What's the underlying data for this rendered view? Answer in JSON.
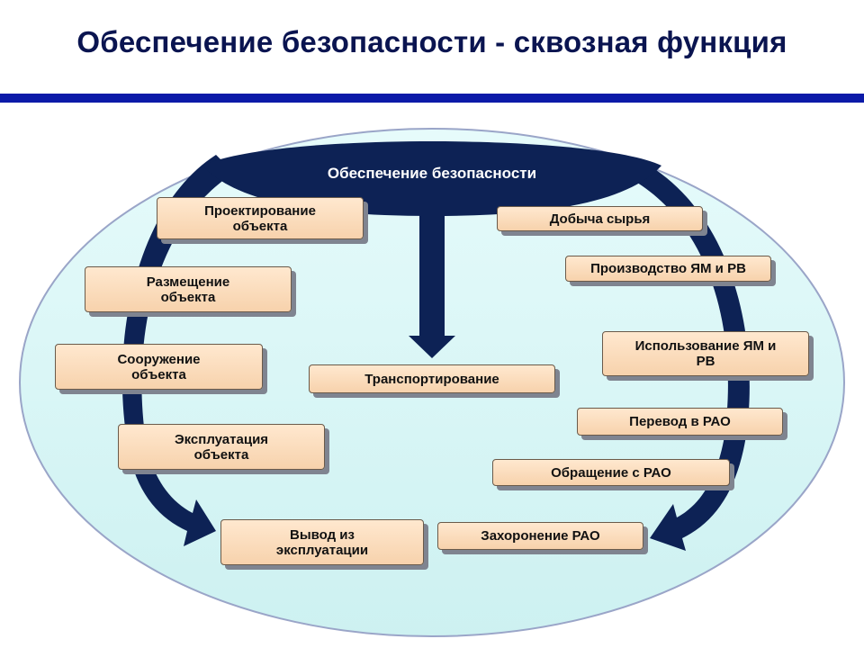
{
  "title": "Обеспечение безопасности - сквозная функция",
  "colors": {
    "title_text": "#0a1450",
    "title_rule": "#0b1aa8",
    "oval_fill": "#d8f6f6",
    "oval_stroke": "#9aa5c8",
    "hub_fill": "#0d2255",
    "arrow_fill": "#0d2255",
    "box_fill": "#fbdcbc",
    "box_shadow": "#7f8490"
  },
  "diagram": {
    "hub_label": "Обеспечение безопасности",
    "left_stages": [
      "Проектирование\nобъекта",
      "Размещение\nобъекта",
      "Сооружение\nобъекта",
      "Эксплуатация\nобъекта",
      "Вывод из\nэксплуатации"
    ],
    "center_stage": "Транспортирование",
    "right_stages": [
      "Добыча сырья",
      "Производство ЯМ и РВ",
      "Использование ЯМ и\nРВ",
      "Перевод в РАО",
      "Обращение с РАО",
      "Захоронение РАО"
    ]
  }
}
